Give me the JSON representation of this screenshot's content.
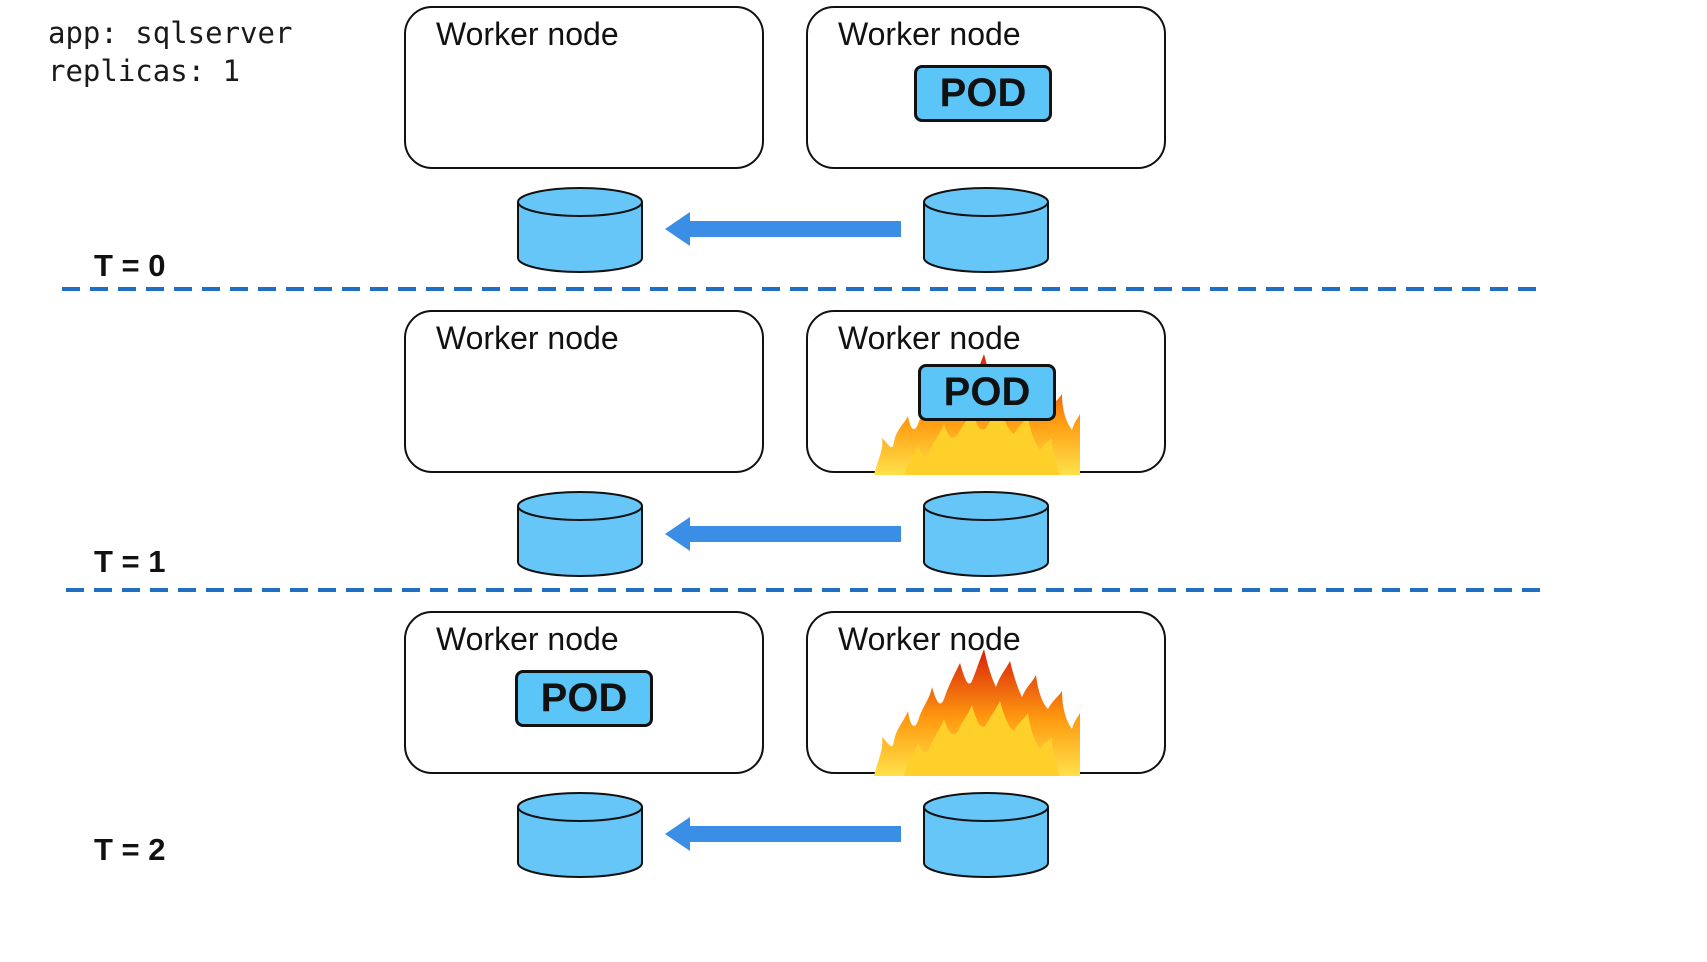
{
  "config": {
    "line1": "app: sqlserver",
    "line2": "replicas: 1"
  },
  "colors": {
    "storage_fill": "#66c6f7",
    "arrow": "#3a8ee6",
    "separator": "#1f6fc5",
    "pod_fill": "#5bc5f7"
  },
  "stages": [
    {
      "time_label": "T = 0",
      "left_node": {
        "label": "Worker node"
      },
      "right_node": {
        "label": "Worker node",
        "pod": "POD"
      }
    },
    {
      "time_label": "T = 1",
      "left_node": {
        "label": "Worker node"
      },
      "right_node": {
        "label": "Worker node",
        "pod": "POD",
        "status": "on-fire"
      }
    },
    {
      "time_label": "T = 2",
      "left_node": {
        "label": "Worker node",
        "pod": "POD"
      },
      "right_node": {
        "label": "Worker node",
        "status": "on-fire"
      }
    }
  ]
}
